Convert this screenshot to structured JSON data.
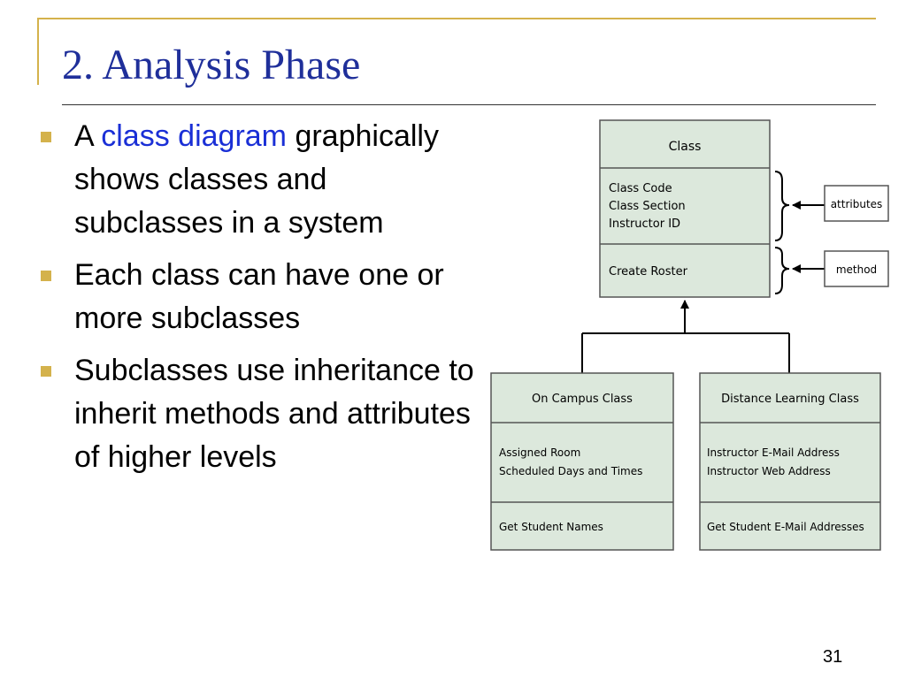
{
  "slide": {
    "title": "2. Analysis Phase",
    "page_number": "31",
    "accent_color": "#d4b24c",
    "title_color": "#1f2f9a",
    "highlight_color": "#1a2fd6"
  },
  "bullets": [
    {
      "prefix": "A ",
      "highlight": "class diagram",
      "text": " graphically shows classes and subclasses in a system"
    },
    {
      "prefix": "",
      "highlight": "",
      "text": "Each class can have one or more subclasses"
    },
    {
      "prefix": "",
      "highlight": "",
      "text": "Subclasses use inheritance to inherit methods and attributes of higher levels"
    }
  ],
  "diagram": {
    "fill_color": "#dce8dc",
    "classes": {
      "parent": {
        "name": "Class",
        "attributes": [
          "Class Code",
          "Class Section",
          "Instructor ID"
        ],
        "methods": [
          "Create Roster"
        ]
      },
      "left": {
        "name": "On Campus Class",
        "attributes": [
          "Assigned Room",
          "Scheduled Days and Times"
        ],
        "methods": [
          "Get Student Names"
        ]
      },
      "right": {
        "name": "Distance Learning Class",
        "attributes": [
          "Instructor E-Mail Address",
          "Instructor Web Address"
        ],
        "methods": [
          "Get Student E-Mail Addresses"
        ]
      }
    },
    "callouts": {
      "attributes": "attributes",
      "method": "method"
    }
  }
}
